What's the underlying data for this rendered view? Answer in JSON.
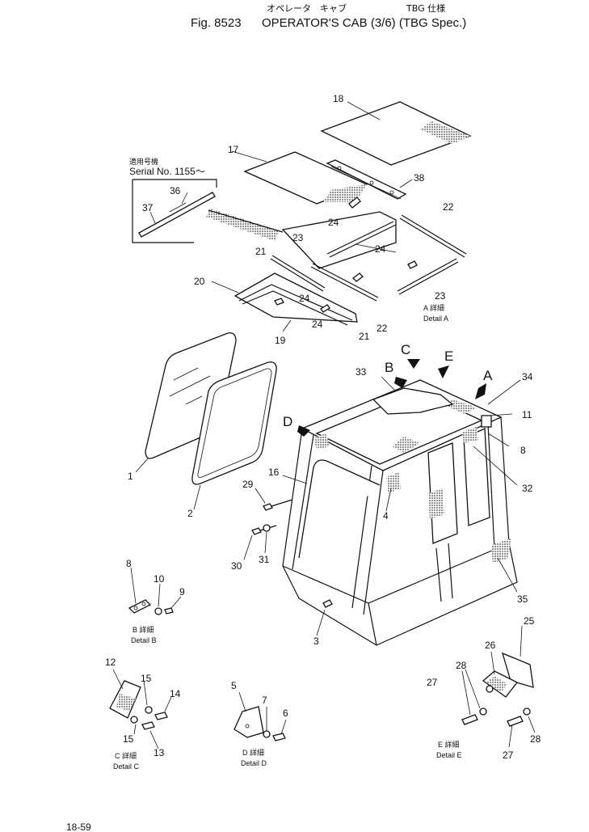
{
  "title": {
    "jp_name": "オペレータ　キャブ",
    "jp_spec": "TBG 仕様",
    "fig": "Fig. 8523",
    "name": "OPERATOR'S CAB (3/6) (TBG Spec.)"
  },
  "serial": {
    "jp": "適用号機",
    "label": "Serial No. 1155～"
  },
  "views": [
    "A",
    "B",
    "C",
    "D",
    "E"
  ],
  "callouts": [
    "1",
    "2",
    "3",
    "4",
    "5",
    "6",
    "7",
    "8",
    "8",
    "9",
    "10",
    "11",
    "12",
    "13",
    "14",
    "15",
    "15",
    "16",
    "17",
    "18",
    "19",
    "20",
    "21",
    "21",
    "22",
    "22",
    "23",
    "23",
    "24",
    "24",
    "24",
    "24",
    "25",
    "26",
    "27",
    "27",
    "28",
    "28",
    "29",
    "30",
    "31",
    "32",
    "33",
    "34",
    "35",
    "36",
    "37",
    "38"
  ],
  "details": [
    {
      "jp": "A 詳細",
      "label": "Detail A"
    },
    {
      "jp": "B 詳細",
      "label": "Detail B"
    },
    {
      "jp": "C 詳細",
      "label": "Detail C"
    },
    {
      "jp": "D 詳細",
      "label": "Detail D"
    },
    {
      "jp": "E 詳細",
      "label": "Detail E"
    }
  ],
  "footer": {
    "page": "18-59"
  }
}
